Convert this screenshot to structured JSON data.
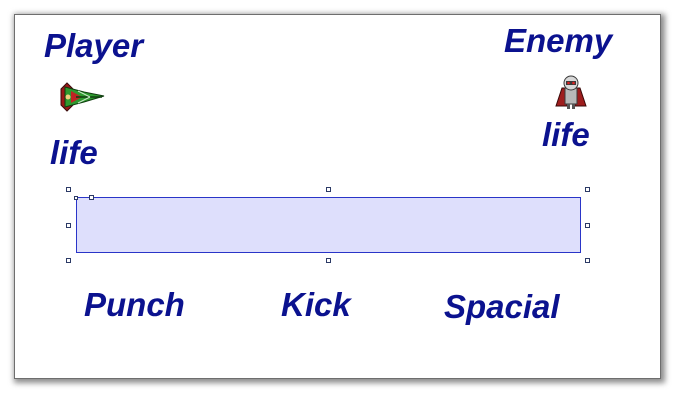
{
  "scene": {
    "player_label": "Player",
    "player_life_label": "life",
    "enemy_label": "Enemy",
    "enemy_life_label": "life"
  },
  "actions": {
    "punch_label": "Punch",
    "kick_label": "Kick",
    "special_label": "Spacial"
  },
  "colors": {
    "label_text": "#0b128f",
    "selection_fill": "#dedffc",
    "selection_border": "#2a35c8",
    "player_sprite_green": "#2e9a2e",
    "player_sprite_red": "#b31f1f",
    "enemy_sprite_gray": "#9a9a9a",
    "enemy_sprite_red": "#b32020"
  },
  "icons": {
    "player": "player-ship-icon",
    "enemy": "enemy-robot-icon"
  }
}
